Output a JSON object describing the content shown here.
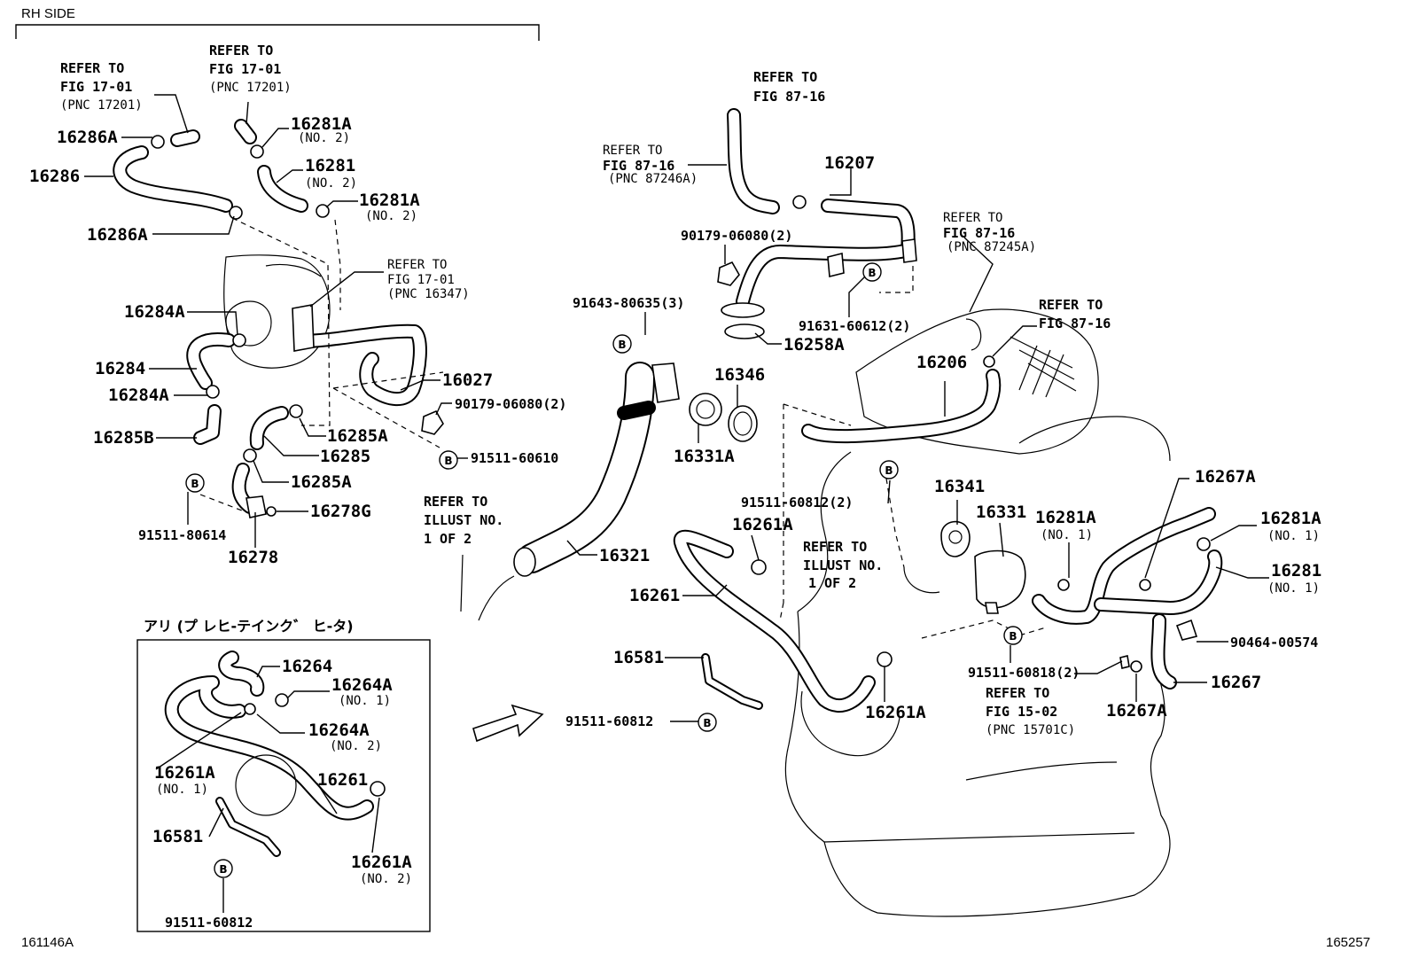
{
  "diagram": {
    "header": "RH SIDE",
    "figure_left_code": "161146A",
    "figure_right_code": "165257",
    "inset_title": "アリ (プ レヒ-テインク゛ ヒ-タ)",
    "b_marker": "B",
    "part_labels": {
      "p16286A_top": "16286A",
      "p16286": "16286",
      "p16286A_bot": "16286A",
      "p16281A_a": "16281A",
      "p16281A_a_note": "(NO. 2)",
      "p16281_a": "16281",
      "p16281_a_note": "(NO. 2)",
      "p16281A_b": "16281A",
      "p16281A_b_note": "(NO. 2)",
      "p16284A_top": "16284A",
      "p16284": "16284",
      "p16284A_bot": "16284A",
      "p16285B": "16285B",
      "p16027": "16027",
      "p90179_a": "90179-06080(2)",
      "p16285A_a": "16285A",
      "p16285": "16285",
      "p91511_60610": "91511-60610",
      "p16285A_b": "16285A",
      "p16278G": "16278G",
      "p91511_80614": "91511-80614",
      "p16278": "16278",
      "p16207": "16207",
      "p90179_b": "90179-06080(2)",
      "p91631": "91631-60612(2)",
      "p16258A": "16258A",
      "p91643": "91643-80635(3)",
      "p16346": "16346",
      "p16206": "16206",
      "p16331A": "16331A",
      "p91511_60812_top": "91511-60812(2)",
      "p16341": "16341",
      "p16331": "16331",
      "p16261A_a": "16261A",
      "p16321": "16321",
      "p16261": "16261",
      "p16581": "16581",
      "p91511_60812_mid": "91511-60812",
      "p16261A_b": "16261A",
      "p16267A_top": "16267A",
      "p16281A_c": "16281A",
      "p16281A_c_note": "(NO. 1)",
      "p16281A_d": "16281A",
      "p16281A_d_note": "(NO. 1)",
      "p16281_b": "16281",
      "p16281_b_note": "(NO. 1)",
      "p90464": "90464-00574",
      "p91511_60818": "91511-60818(2)",
      "p16267": "16267",
      "p16267A_bot": "16267A",
      "i16264": "16264",
      "i16264A_a": "16264A",
      "i16264A_a_note": "(NO. 1)",
      "i16264A_b": "16264A",
      "i16264A_b_note": "(NO. 2)",
      "i16261A_a": "16261A",
      "i16261A_a_note": "(NO. 1)",
      "i16261": "16261",
      "i16581": "16581",
      "i16261A_b": "16261A",
      "i16261A_b_note": "(NO. 2)",
      "i91511": "91511-60812"
    },
    "references": {
      "r1_l1": "REFER TO",
      "r1_l2": "FIG 17-01",
      "r1_l3": "(PNC 17201)",
      "r2_l1": "REFER TO",
      "r2_l2": "FIG 17-01",
      "r2_l3": "(PNC 17201)",
      "r3_l1": "REFER TO",
      "r3_l2": "FIG 17-01",
      "r3_l3": "(PNC 16347)",
      "r4_l1": "REFER TO",
      "r4_l2": "FIG 87-16",
      "r5_l1": "REFER TO",
      "r5_l2": "FIG 87-16",
      "r5_l3": "(PNC 87246A)",
      "r6_l1": "REFER TO",
      "r6_l2": "FIG 87-16",
      "r6_l3": "(PNC 87245A)",
      "r7_l1": "REFER TO",
      "r7_l2": "FIG 87-16",
      "r8_l1": "REFER TO",
      "r8_l2": "ILLUST NO.",
      "r8_l3": "1 OF 2",
      "r9_l1": "REFER TO",
      "r9_l2": "ILLUST NO.",
      "r9_l3": "1 OF 2",
      "r10_l1": "REFER TO",
      "r10_l2": "FIG 15-02",
      "r10_l3": "(PNC 15701C)"
    }
  }
}
